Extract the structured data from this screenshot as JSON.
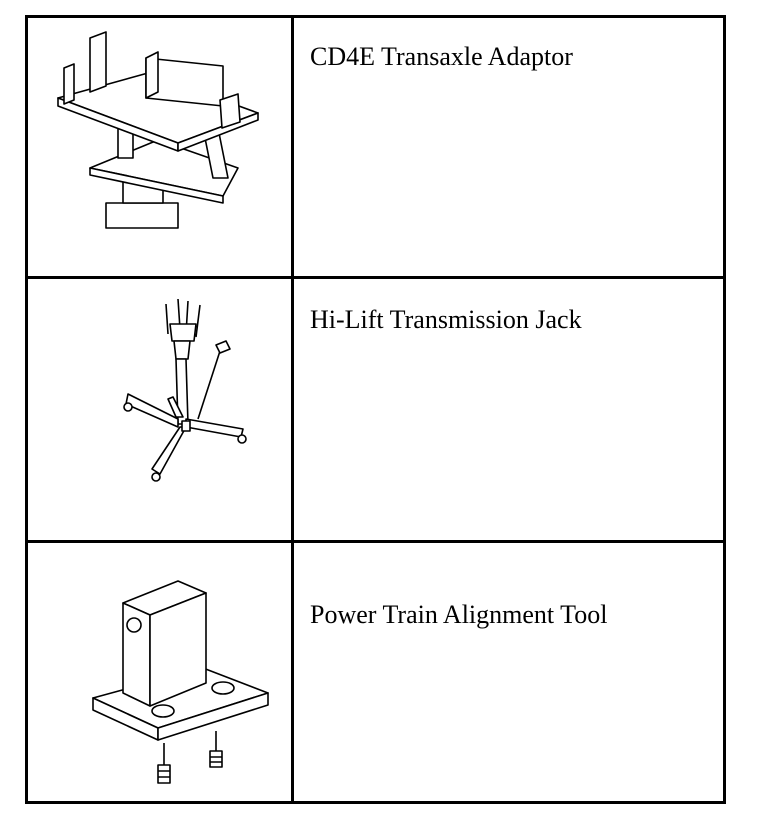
{
  "tools": [
    {
      "name": "CD4E Transaxle Adaptor",
      "illustration": "transaxle-adaptor-icon"
    },
    {
      "name": "Hi-Lift Transmission Jack",
      "illustration": "transmission-jack-icon"
    },
    {
      "name": "Power Train Alignment Tool",
      "illustration": "alignment-tool-icon"
    }
  ]
}
